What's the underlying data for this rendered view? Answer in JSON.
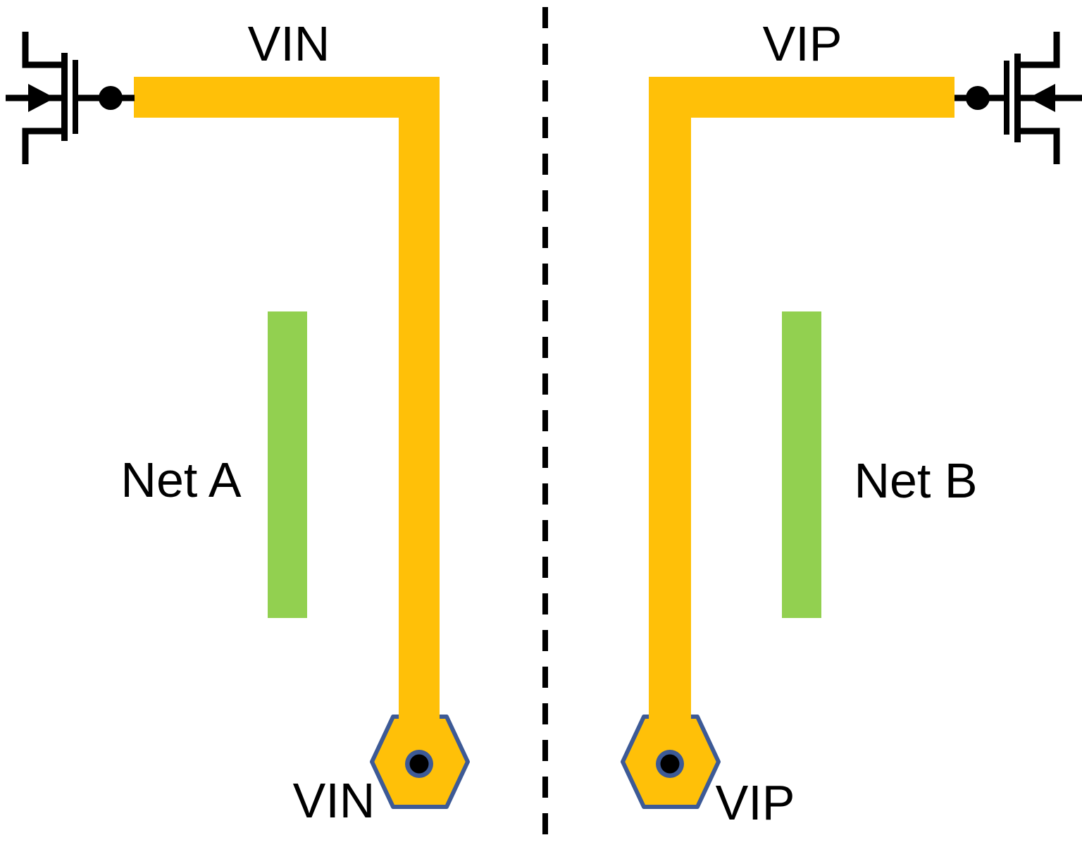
{
  "page": {
    "background": "#FFFFFF"
  },
  "colors": {
    "trace_orange": "#FFC008",
    "net_green": "#92D050",
    "pad_border_blue": "#3D5A96",
    "symbol_black": "#000000"
  },
  "left_half": {
    "signal_label": "VIN",
    "net_label": "Net A",
    "pad_label": "VIN"
  },
  "right_half": {
    "signal_label": "VIP",
    "net_label": "Net B",
    "pad_label": "VIP"
  },
  "icons": {
    "left_transistor": "nmos-transistor-symbol",
    "right_transistor": "nmos-transistor-symbol",
    "center_line": "symmetry-axis-dashed-line",
    "left_pad": "hexagonal-pin-pad-with-via",
    "right_pad": "hexagonal-pin-pad-with-via"
  }
}
